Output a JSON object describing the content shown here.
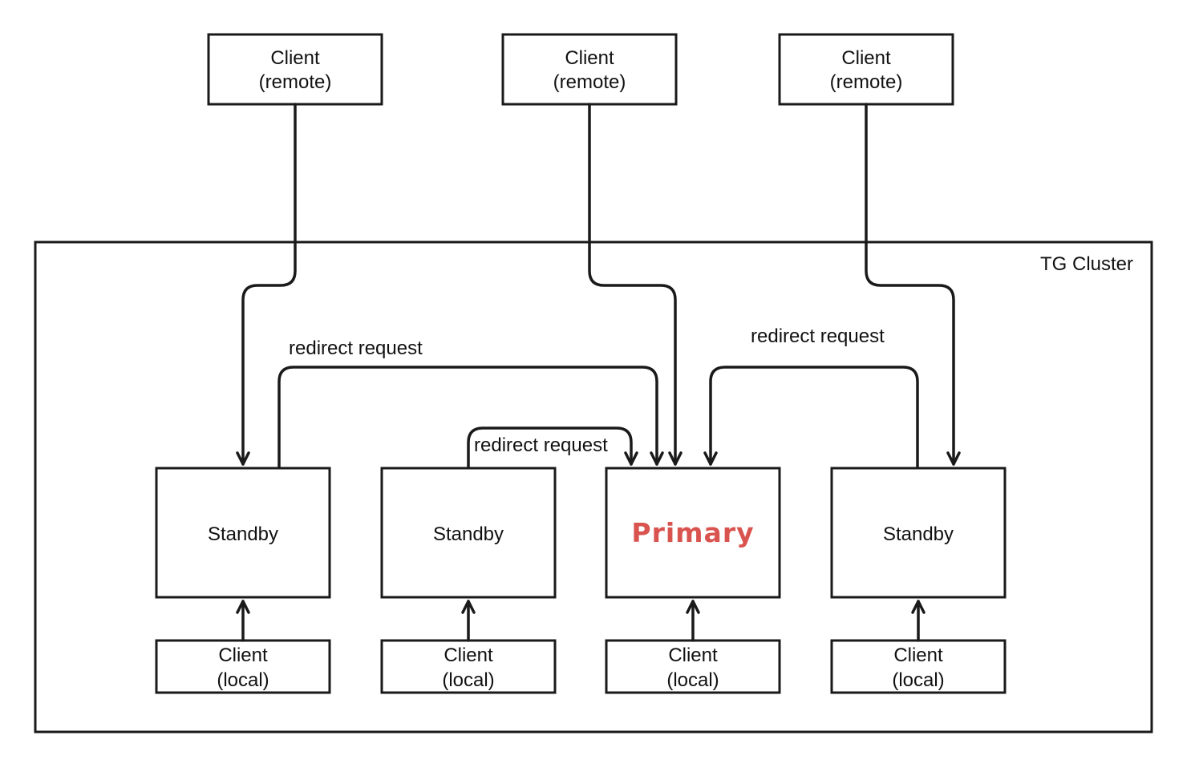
{
  "colors": {
    "line": "#1a1a1a",
    "primary_text": "#d9534f"
  },
  "cluster": {
    "label": "TG Cluster"
  },
  "remote_clients": [
    {
      "line1": "Client",
      "line2": "(remote)"
    },
    {
      "line1": "Client",
      "line2": "(remote)"
    },
    {
      "line1": "Client",
      "line2": "(remote)"
    }
  ],
  "nodes": [
    {
      "label": "Standby",
      "role": "standby"
    },
    {
      "label": "Standby",
      "role": "standby"
    },
    {
      "label": "Primary",
      "role": "primary"
    },
    {
      "label": "Standby",
      "role": "standby"
    }
  ],
  "local_clients": [
    {
      "line1": "Client",
      "line2": "(local)"
    },
    {
      "line1": "Client",
      "line2": "(local)"
    },
    {
      "line1": "Client",
      "line2": "(local)"
    },
    {
      "line1": "Client",
      "line2": "(local)"
    }
  ],
  "edge_labels": {
    "redirect_left": "redirect request",
    "redirect_middle": "redirect request",
    "redirect_right": "redirect request"
  }
}
